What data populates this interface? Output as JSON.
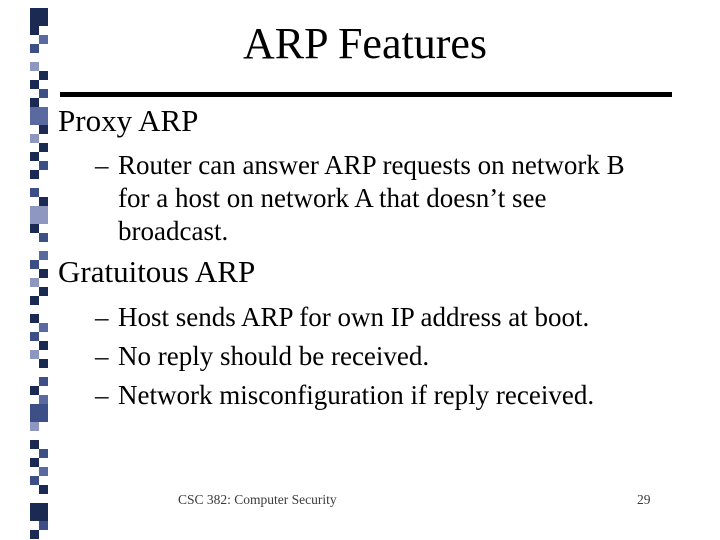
{
  "slide": {
    "title": "ARP Features",
    "bullet_marker": "–",
    "sections": [
      {
        "heading": "Proxy ARP",
        "bullets": [
          {
            "lines": [
              "Router can answer ARP requests on network B",
              "for a host on network A that doesn’t see",
              "broadcast."
            ]
          }
        ]
      },
      {
        "heading": "Gratuitous ARP",
        "bullets": [
          {
            "lines": [
              "Host sends ARP for own IP address at boot."
            ]
          },
          {
            "lines": [
              "No reply should be received."
            ]
          },
          {
            "lines": [
              "Network misconfiguration if reply received."
            ]
          }
        ]
      }
    ],
    "footer": {
      "course": "CSC 382: Computer Security",
      "page_number": "29"
    },
    "colors": {
      "text": "#000000",
      "rule": "#000000",
      "footer_text": "#3a3a3a",
      "decor_navy": "#1b2a52",
      "decor_slate": "#3c4f86",
      "decor_medium": "#5a69a0",
      "decor_light": "#8d97bf"
    }
  }
}
